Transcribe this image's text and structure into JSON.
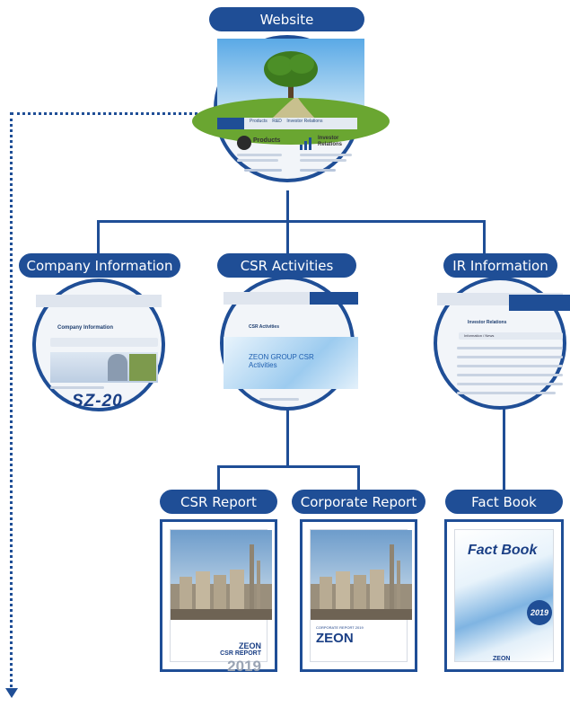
{
  "nodes": {
    "website": "Website",
    "company_info": "Company Information",
    "csr_activities": "CSR Activities",
    "ir_info": "IR Information",
    "csr_report": "CSR Report",
    "corporate_report": "Corporate Report",
    "fact_book": "Fact Book"
  },
  "website_shot": {
    "nav_items": [
      "Products",
      "R&D",
      "Investor Relations"
    ],
    "panel_left": "Products",
    "panel_right": "Investor Relations"
  },
  "company_shot": {
    "title": "Company Information",
    "logo": "SZ-20"
  },
  "csr_shot": {
    "title": "CSR Activities",
    "banner": "ZEON GROUP CSR Activities"
  },
  "ir_shot": {
    "title": "Investor Relations",
    "subtitle": "Information / News"
  },
  "covers": {
    "csr_report": {
      "brand": "ZEON",
      "title": "CSR REPORT",
      "year": "2019"
    },
    "corporate_report": {
      "kicker": "CORPORATE REPORT 2019",
      "brand": "ZEON"
    },
    "fact_book": {
      "title": "Fact Book",
      "year": "2019",
      "brand": "ZEON"
    }
  },
  "colors": {
    "accent": "#1f4e96",
    "background": "#ffffff"
  }
}
